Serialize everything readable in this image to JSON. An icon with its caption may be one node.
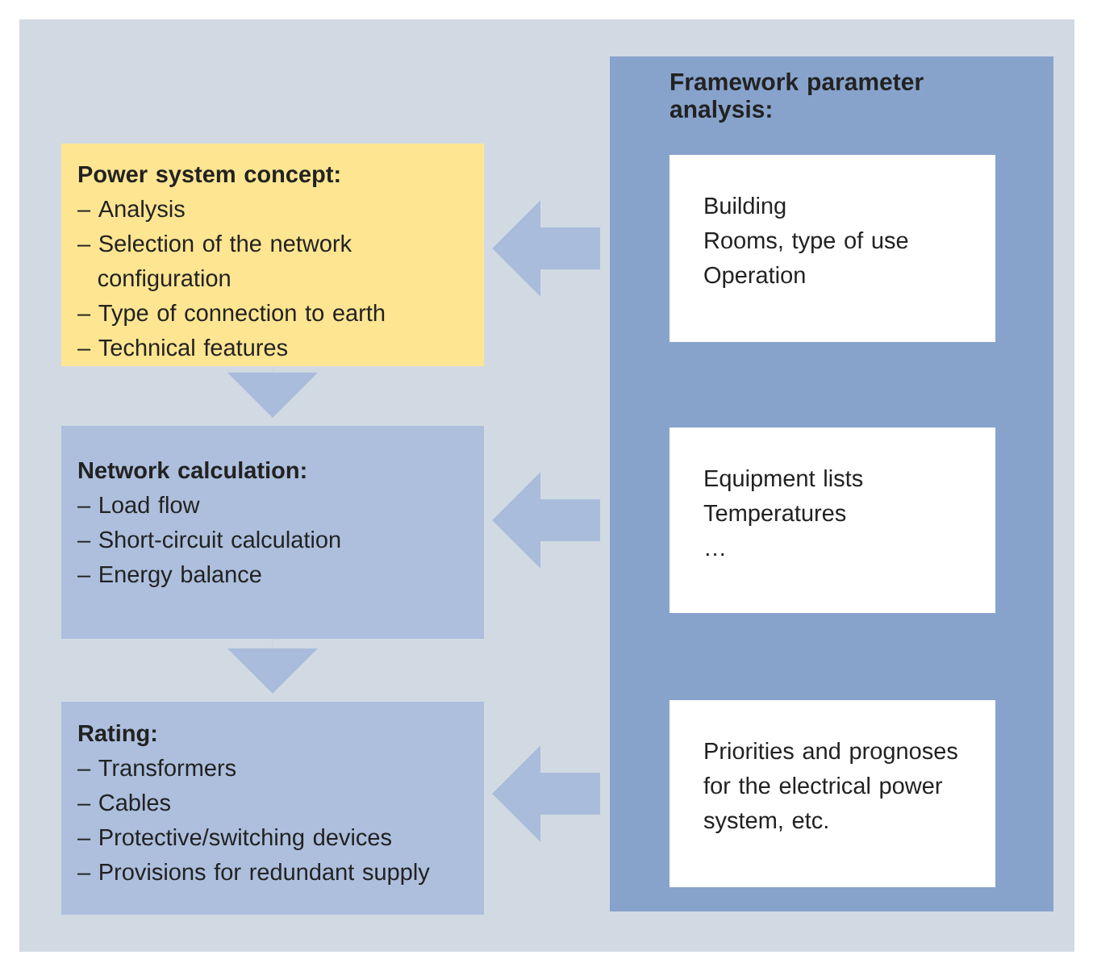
{
  "diagram": {
    "nodes": [
      {
        "text": [
          "Power system concept:",
          "– Analysis",
          "– Selection of the network configuration",
          "– Type of connection to earth",
          "– Technical features"
        ]
      },
      {
        "text": [
          "Network calculation:",
          "– Load flow",
          "– Short-circuit calculation",
          "– Energy balance"
        ]
      },
      {
        "text": [
          "Rating:",
          "– Transformers",
          "– Cables",
          "– Protective/switching devices",
          "– Provisions for redundant supply"
        ]
      },
      {
        "text": [
          "Framework parameter analysis:"
        ]
      },
      {
        "text": [
          "Building",
          "Rooms, type of use",
          "Operation"
        ],
        "in": 3
      },
      {
        "text": [
          "Equipment lists",
          "Temperatures",
          "…"
        ],
        "in": 3
      },
      {
        "text": [
          "Priorities and prognoses for the electrical power system, etc."
        ],
        "in": 3
      }
    ],
    "edges": [
      {
        "from": 0,
        "to": 1,
        "arrow": "to"
      },
      {
        "from": 1,
        "to": 2,
        "arrow": "to"
      },
      {
        "from": 4,
        "to": 0,
        "arrow": "to"
      },
      {
        "from": 5,
        "to": 1,
        "arrow": "to"
      },
      {
        "from": 6,
        "to": 2,
        "arrow": "to"
      }
    ]
  }
}
